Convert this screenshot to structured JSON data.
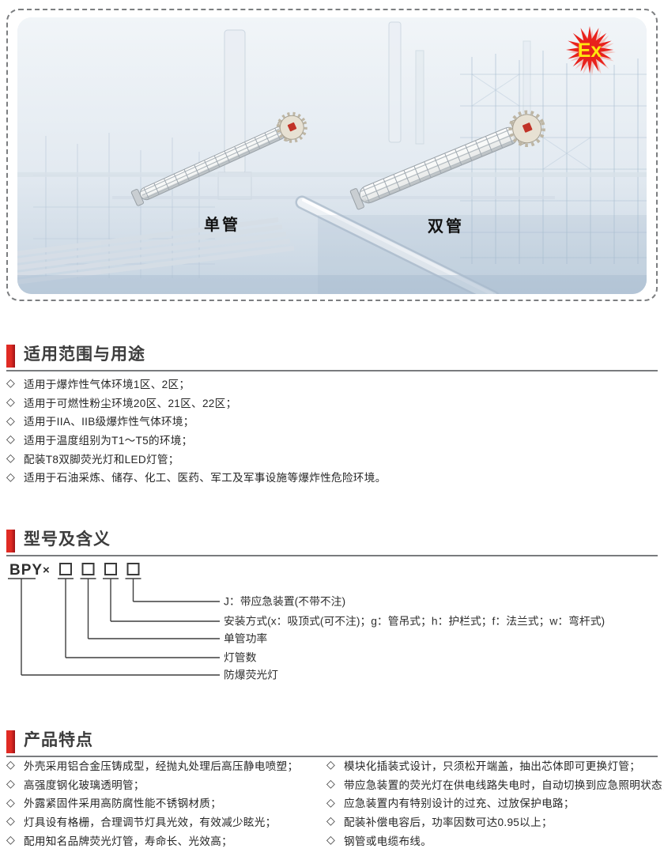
{
  "banner": {
    "ex_label": "Ex",
    "products": [
      {
        "label": "单管"
      },
      {
        "label": "双管"
      }
    ]
  },
  "glyphs": {
    "diamond": "◇"
  },
  "colors": {
    "accent_red": "#c9191f",
    "ex_star_red": "#e8221c",
    "ex_text_yellow": "#ffe70f",
    "heading_text": "#3c3c3c",
    "body_text": "#262626"
  },
  "sections": {
    "usage": {
      "title": "适用范围与用途",
      "items": [
        "适用于爆炸性气体环境1区、2区；",
        "适用于可燃性粉尘环境20区、21区、22区；",
        "适用于IIA、IIB级爆炸性气体环境；",
        "适用于温度组别为T1～T5的环境；",
        "配装T8双脚荧光灯和LED灯管；",
        "适用于石油采炼、储存、化工、医药、军工及军事设施等爆炸性危险环境。"
      ]
    },
    "model": {
      "title": "型号及含义",
      "code_prefix": "BPY",
      "code_times": "×",
      "branch_labels": [
        "J：带应急装置(不带不注)",
        "安装方式(x：吸顶式(可不注)；g：管吊式；h：护栏式；f：法兰式；w：弯杆式)",
        "单管功率",
        "灯管数",
        "防爆荧光灯"
      ]
    },
    "features": {
      "title": "产品特点",
      "left_items": [
        "外壳采用铝合金压铸成型，经抛丸处理后高压静电喷塑；",
        "高强度钢化玻璃透明管；",
        "外露紧固件采用高防腐性能不锈钢材质；",
        "灯具设有格栅，合理调节灯具光效，有效减少眩光；",
        "配用知名品牌荧光灯管，寿命长、光效高；"
      ],
      "right_items": [
        "模块化插装式设计，只须松开端盖，抽出芯体即可更换灯管；",
        "带应急装置的荧光灯在供电线路失电时，自动切换到应急照明状态；",
        "应急装置内有特别设计的过充、过放保护电路；",
        "配装补偿电容后，功率因数可达0.95以上；",
        "钢管或电缆布线。"
      ]
    }
  }
}
